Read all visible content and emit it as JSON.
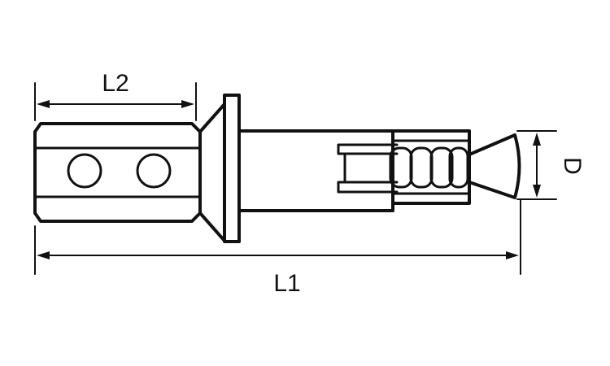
{
  "diagram": {
    "labels": {
      "overall_length": "L1",
      "head_length": "L2",
      "diameter": "D"
    }
  },
  "colors": {
    "line": "#111111",
    "background": "#ffffff"
  }
}
